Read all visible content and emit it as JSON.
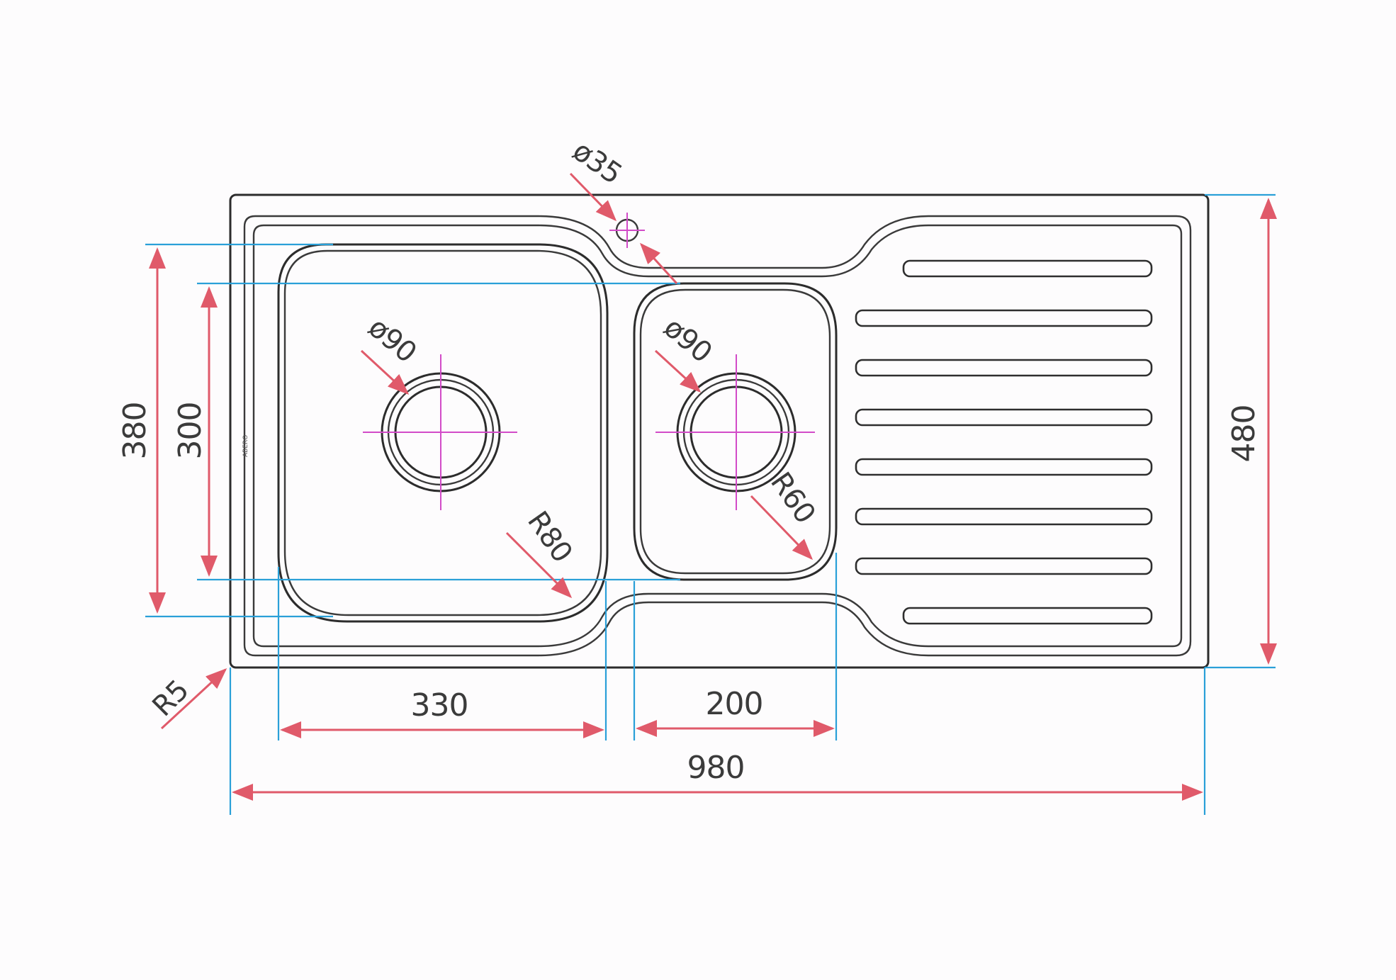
{
  "colors": {
    "outline": "#2c2c2c",
    "dimension_line": "#e05a6a",
    "extension_line": "#2aa0d8",
    "center_cross": "#d24bc8",
    "label_text": "#3b3b3b"
  },
  "dimensions": {
    "overall_width": "980",
    "overall_depth": "480",
    "main_bowl_width": "330",
    "second_bowl_width": "200",
    "main_bowl_depth": "380",
    "second_bowl_depth": "300",
    "corner_radius": "R5",
    "main_bowl_radius": "R80",
    "second_bowl_radius": "R60",
    "tap_hole_diameter": "ø35",
    "main_waste_diameter": "ø90",
    "second_waste_diameter": "ø90"
  },
  "drainer": {
    "rib_count": 8
  },
  "logo_text": "ABERO"
}
